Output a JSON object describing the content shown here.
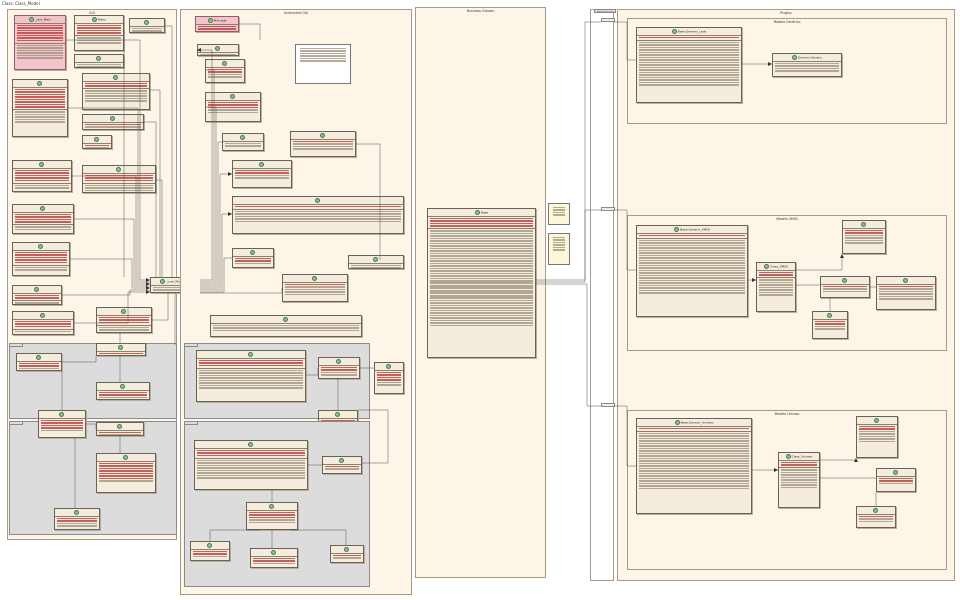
{
  "diagram": {
    "frame_label": "Class: Class_Model",
    "packages": {
      "left": "GUI",
      "middle": "Undirected GUI",
      "business": "Business Classes",
      "right_outer": "",
      "plugins": "Plugins",
      "plugin_generic": "Modelo Genérico",
      "plugin_mid": "Modelo XMISI",
      "plugin_low": "Modelo Uniraso"
    },
    "tabs": {
      "gui_sub_a": "",
      "gui_sub_b": "",
      "mid_sub_a": "",
      "mid_sub_b": "",
      "right_a": "Plataforma",
      "right_b": "",
      "right_c": "",
      "right_d": ""
    },
    "classes": {
      "gui_main": "_jvm_Main",
      "gui_menu": "Menu",
      "gui_plugin": "Principal",
      "mid_main": "Principal",
      "core_main": "_core_MainForm",
      "business_main": "Base",
      "gen_a": "Base:Generic_Lado",
      "gen_b": "Generic:Generic",
      "xmi_a": "Base:Generic_XMISI",
      "xmi_b": "Class_XMISI",
      "uni_a": "Base:Generic_Uniraso",
      "uni_b": "Class_Uniraso"
    },
    "notes": {
      "note_a": "",
      "note_b": ""
    }
  }
}
